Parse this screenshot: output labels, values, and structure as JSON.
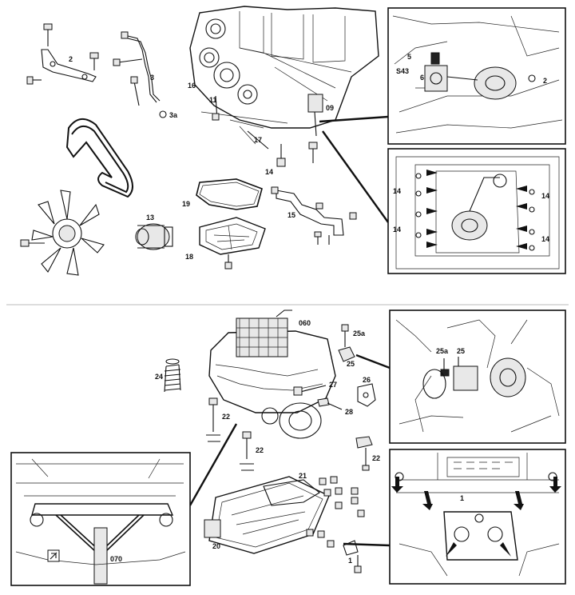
{
  "labels": {
    "top_left": [
      "2",
      "3",
      "3a"
    ],
    "top_center": [
      "16",
      "11",
      "09",
      "17",
      "14",
      "19",
      "13",
      "18",
      "15"
    ],
    "inset_top_right_1": [
      "5",
      "S43",
      "6",
      "2"
    ],
    "inset_top_right_2": [
      "14",
      "14",
      "14",
      "14"
    ],
    "bottom_center": [
      "060",
      "25a",
      "25",
      "24",
      "26",
      "27",
      "28",
      "22",
      "22",
      "22",
      "21",
      "20",
      "1"
    ],
    "inset_bottom_right_1": [
      "25a",
      "25"
    ],
    "inset_bottom_right_2": [
      "1"
    ],
    "inset_bottom_left": [
      "070"
    ]
  },
  "icons": {
    "tool_stamp": "special-tool-icon"
  }
}
